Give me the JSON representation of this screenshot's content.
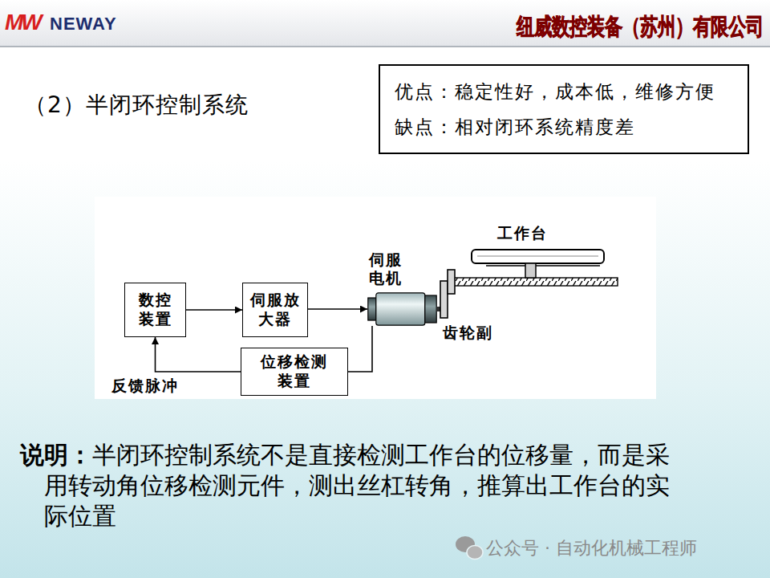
{
  "diagram": {
    "title": "（2）半闭环控制系统",
    "nodes": [
      {
        "text": [
          "优点：稳定性好，成本低，维修方便",
          "缺点：相对闭环系统精度差"
        ]
      },
      {
        "text": [
          "数控装置"
        ]
      },
      {
        "text": [
          "伺服放大器"
        ]
      },
      {
        "text": [
          "伺服电机"
        ]
      },
      {
        "text": [
          "位移检测装置"
        ]
      }
    ],
    "edges": [
      {
        "from": 1,
        "to": 2,
        "arrow": "to"
      },
      {
        "from": 2,
        "to": 3,
        "arrow": "to"
      },
      {
        "from": 3,
        "to": 4,
        "arrow": "none"
      },
      {
        "from": 4,
        "to": 1,
        "arrow": "to",
        "label": "反馈脉冲"
      }
    ],
    "labels": [
      "MW",
      "NEWAY",
      "纽威数控装备（苏州）有限公司",
      "工作台",
      "齿轮副",
      "说明：",
      "半闭环控制系统不是直接检测工作台的位移量，而是采用转动角位移检测元件，测出丝杠转角，推算出工作台的实际位置",
      "公众号 · 自动化机械工程师"
    ]
  }
}
